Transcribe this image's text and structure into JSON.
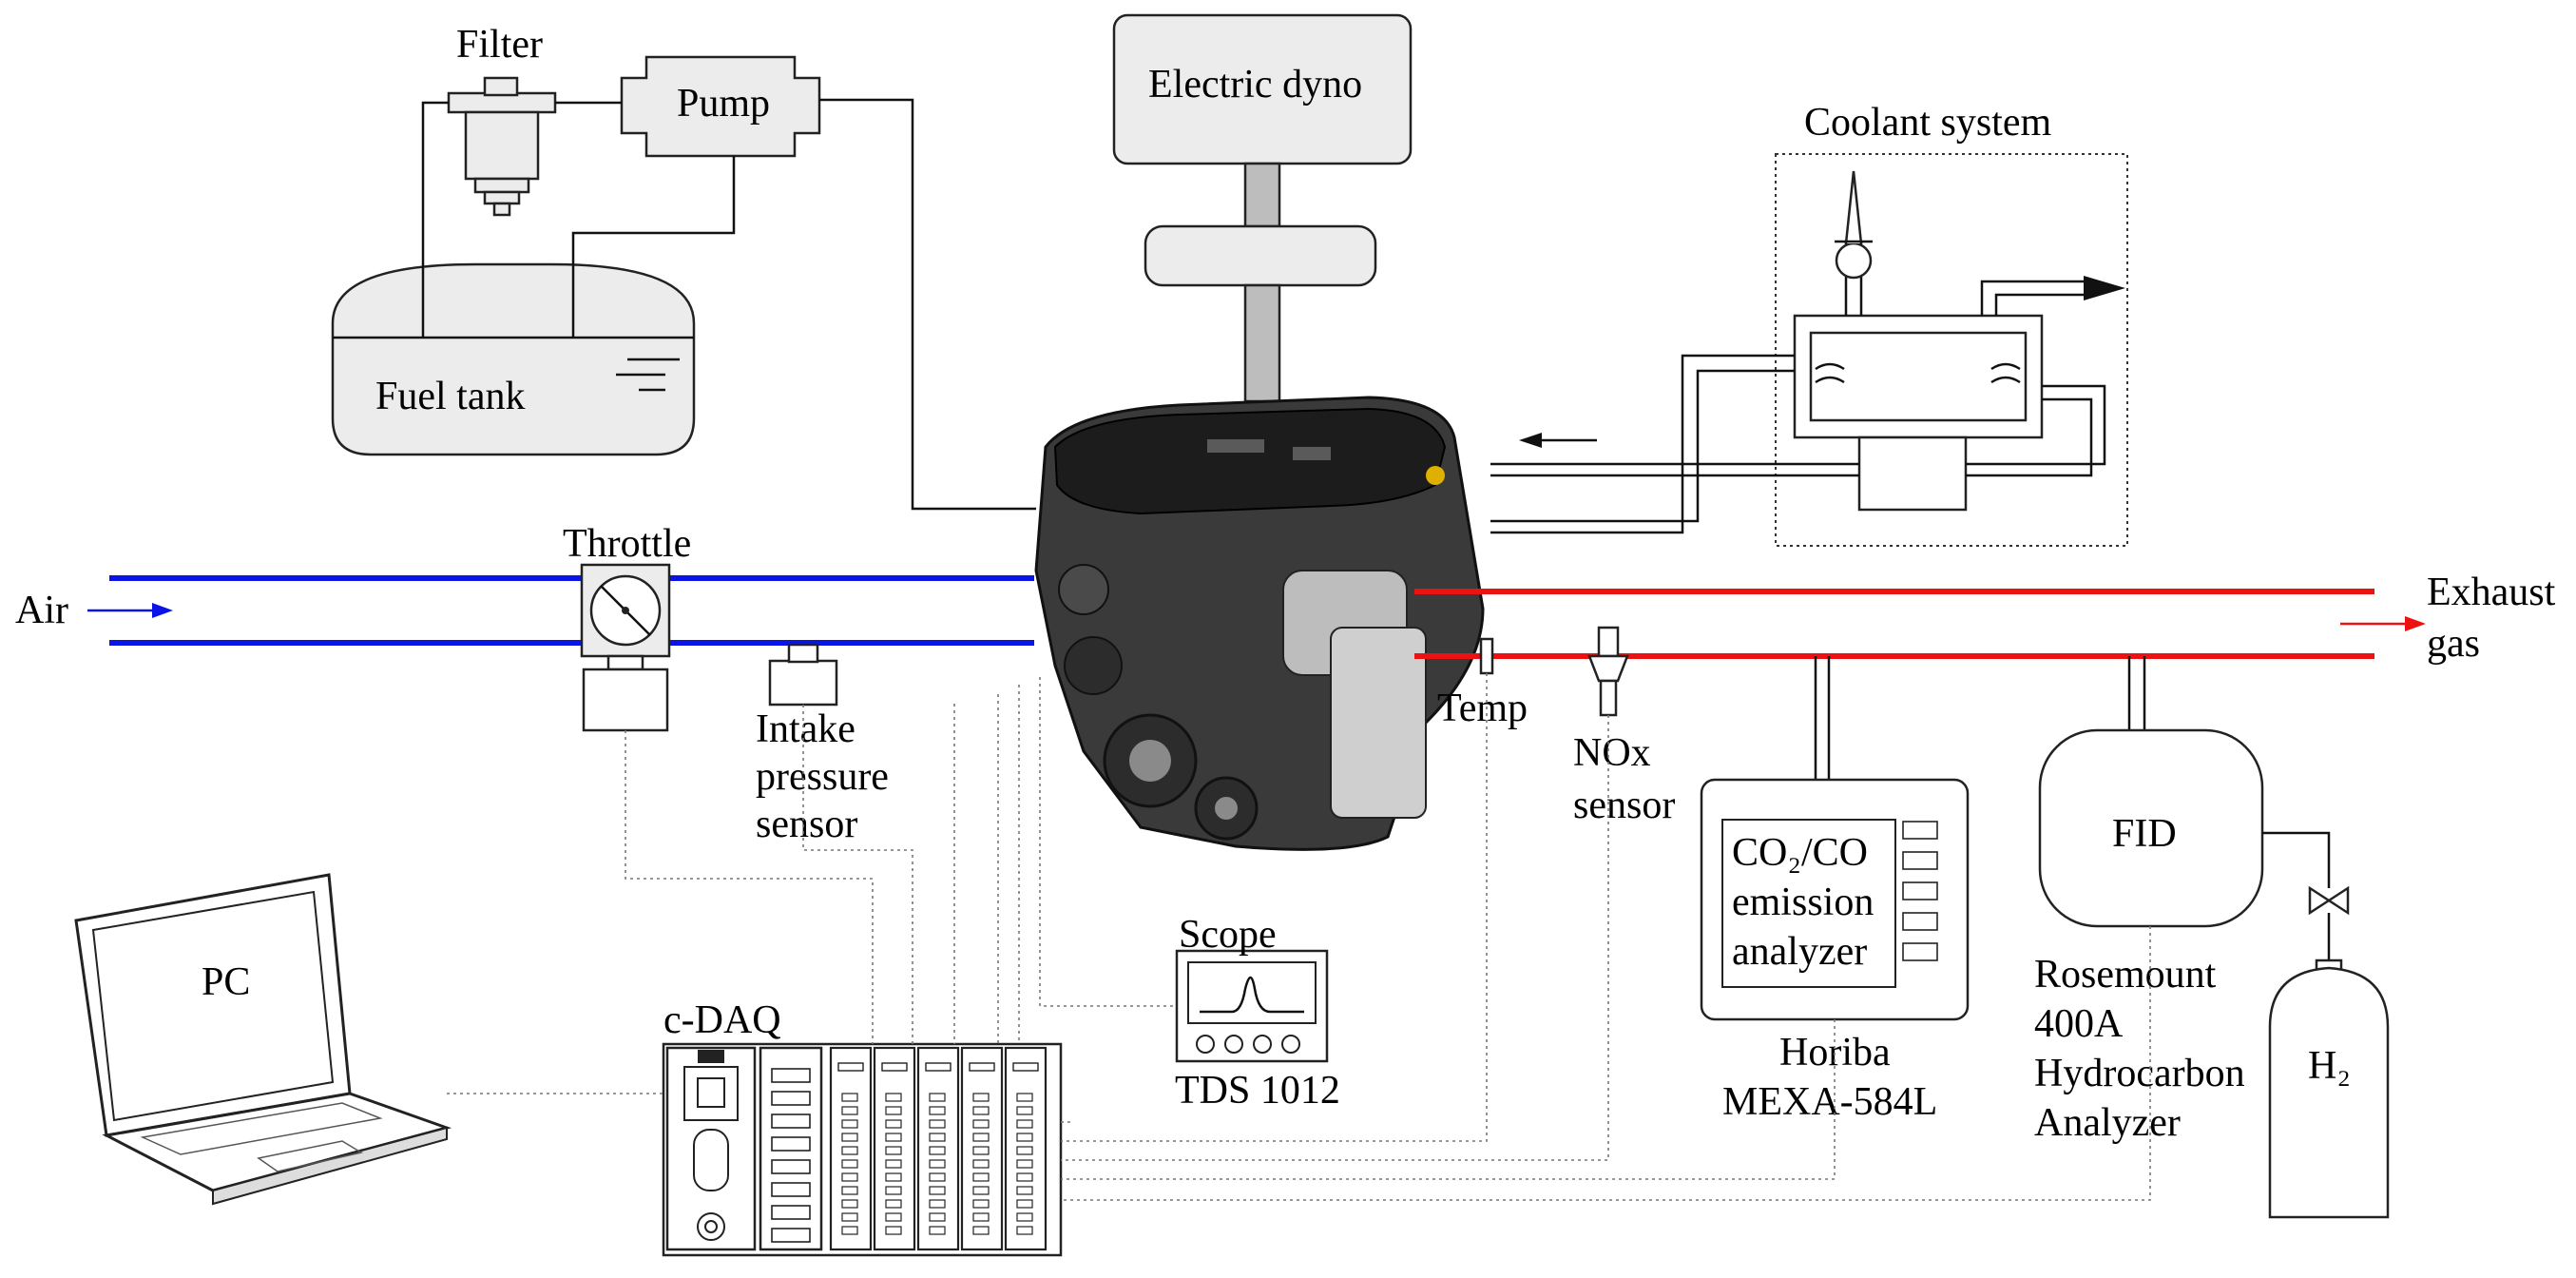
{
  "labels": {
    "filter": "Filter",
    "pump": "Pump",
    "electric_dyno": "Electric dyno",
    "coolant_system": "Coolant system",
    "fuel_tank": "Fuel tank",
    "throttle": "Throttle",
    "air": "Air",
    "exhaust_line1": "Exhaust",
    "exhaust_line2": "gas",
    "intake_sensor": [
      "Intake",
      "pressure",
      "sensor"
    ],
    "temp": "Temp",
    "nox_sensor": [
      "NOx",
      "sensor"
    ],
    "pc": "PC",
    "cdaq": "c-DAQ",
    "scope": "Scope",
    "scope_model": "TDS 1012",
    "emission_analyzer": [
      "CO₂/CO",
      "emission",
      "analyzer"
    ],
    "horiba": [
      "Horiba",
      "MEXA-584L"
    ],
    "fid": "FID",
    "hc_analyzer": [
      "Rosemount",
      "400A",
      "Hydrocarbon",
      "Analyzer"
    ],
    "h2": "H₂"
  },
  "colors": {
    "intake_air": "#0a14e6",
    "exhaust_gas": "#ee1111",
    "component_fill": "#ececec"
  }
}
